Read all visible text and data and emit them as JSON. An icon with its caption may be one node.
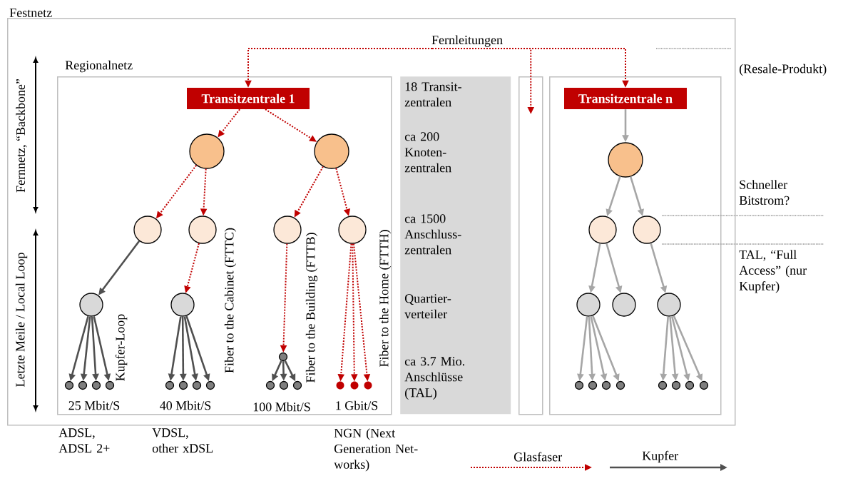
{
  "diagram": {
    "nodes": [
      {
        "text": [
          "Festnetz"
        ]
      },
      {
        "text": [
          "Regionalnetz"
        ],
        "in": 0
      },
      {
        "text": [
          "Transitzentrale 1"
        ],
        "in": 1
      },
      {
        "text": [],
        "shape": "circle",
        "in": 1
      },
      {
        "text": [],
        "shape": "circle",
        "in": 1
      },
      {
        "text": [],
        "shape": "circle",
        "in": 1
      },
      {
        "text": [],
        "shape": "circle",
        "in": 1
      },
      {
        "text": [],
        "shape": "circle",
        "in": 1
      },
      {
        "text": [],
        "shape": "circle",
        "in": 1
      },
      {
        "text": [],
        "shape": "circle",
        "in": 1
      },
      {
        "text": [],
        "shape": "circle",
        "in": 1
      },
      {
        "text": [],
        "shape": "circle",
        "in": 1
      },
      {
        "text": [],
        "shape": "circle",
        "in": 1
      },
      {
        "text": [],
        "shape": "circle",
        "in": 1
      },
      {
        "text": [],
        "shape": "circle",
        "in": 1
      },
      {
        "text": [],
        "shape": "circle",
        "in": 1
      },
      {
        "text": [],
        "shape": "circle",
        "in": 1
      },
      {
        "text": [],
        "shape": "circle",
        "in": 1
      },
      {
        "text": [],
        "shape": "circle",
        "in": 1
      },
      {
        "text": [],
        "shape": "circle",
        "in": 1
      },
      {
        "text": [],
        "shape": "circle",
        "in": 1
      },
      {
        "text": [],
        "shape": "circle",
        "in": 1
      },
      {
        "text": [],
        "shape": "circle",
        "in": 1
      },
      {
        "text": [],
        "shape": "circle",
        "in": 1
      },
      {
        "text": [],
        "shape": "circle",
        "in": 1
      },
      {
        "text": [],
        "shape": "circle",
        "in": 1
      },
      {
        "text": [
          "18 Transit-zentralen",
          "ca 200 Knoten-zentralen",
          "ca 1500 Anschluss-zentralen",
          "Quartier-verteiler",
          "ca 3.7 Mio. Anschlüsse (TAL)"
        ],
        "in": 0
      },
      {
        "text": [],
        "shape": "box",
        "in": 0
      },
      {
        "text": [],
        "shape": "box",
        "in": 0
      },
      {
        "text": [
          "Transitzentrale n"
        ],
        "in": 28
      },
      {
        "text": [],
        "shape": "circle",
        "in": 28
      },
      {
        "text": [],
        "shape": "circle",
        "in": 28
      },
      {
        "text": [],
        "shape": "circle",
        "in": 28
      },
      {
        "text": [],
        "shape": "circle",
        "in": 28
      },
      {
        "text": [],
        "shape": "circle",
        "in": 28
      },
      {
        "text": [],
        "shape": "circle",
        "in": 28
      },
      {
        "text": [],
        "shape": "circle",
        "in": 28
      },
      {
        "text": [],
        "shape": "circle",
        "in": 28
      },
      {
        "text": [],
        "shape": "circle",
        "in": 28
      },
      {
        "text": [],
        "shape": "circle",
        "in": 28
      },
      {
        "text": [],
        "shape": "circle",
        "in": 28
      },
      {
        "text": [],
        "shape": "circle",
        "in": 28
      },
      {
        "text": [],
        "shape": "circle",
        "in": 28
      },
      {
        "text": [],
        "shape": "circle",
        "in": 28
      }
    ],
    "edges": [
      {
        "from": null,
        "to": 2,
        "arrow": "to",
        "style": "dashed",
        "color": "#c00000"
      },
      {
        "from": null,
        "to": 27,
        "arrow": "to",
        "style": "dashed",
        "color": "#c00000",
        "label": "Fernleitungen"
      },
      {
        "from": null,
        "to": 29,
        "arrow": "to",
        "style": "dashed",
        "color": "#c00000"
      },
      {
        "from": 2,
        "to": 3,
        "arrow": "to",
        "style": "dashed",
        "color": "#c00000"
      },
      {
        "from": 2,
        "to": 4,
        "arrow": "to",
        "style": "dashed",
        "color": "#c00000"
      },
      {
        "from": 3,
        "to": 5,
        "arrow": "to",
        "style": "dashed",
        "color": "#c00000"
      },
      {
        "from": 3,
        "to": 6,
        "arrow": "to",
        "style": "dashed",
        "color": "#c00000"
      },
      {
        "from": 4,
        "to": 7,
        "arrow": "to",
        "style": "dashed",
        "color": "#c00000"
      },
      {
        "from": 4,
        "to": 8,
        "arrow": "to",
        "style": "dashed",
        "color": "#c00000"
      },
      {
        "from": 5,
        "to": 9,
        "arrow": "to",
        "color": "#505050"
      },
      {
        "from": 6,
        "to": 10,
        "arrow": "to",
        "style": "dashed",
        "color": "#c00000"
      },
      {
        "from": 7,
        "to": 11,
        "arrow": "to",
        "style": "dashed",
        "color": "#c00000"
      },
      {
        "from": 8,
        "to": 23,
        "arrow": "to",
        "style": "dashed",
        "color": "#c00000"
      },
      {
        "from": 8,
        "to": 24,
        "arrow": "to",
        "style": "dashed",
        "color": "#c00000"
      },
      {
        "from": 8,
        "to": 25,
        "arrow": "to",
        "style": "dashed",
        "color": "#c00000"
      },
      {
        "from": 9,
        "to": 12,
        "arrow": "to",
        "color": "#505050"
      },
      {
        "from": 9,
        "to": 13,
        "arrow": "to",
        "color": "#505050"
      },
      {
        "from": 9,
        "to": 14,
        "arrow": "to",
        "color": "#505050"
      },
      {
        "from": 9,
        "to": 15,
        "arrow": "to",
        "color": "#505050"
      },
      {
        "from": 10,
        "to": 16,
        "arrow": "to",
        "color": "#505050"
      },
      {
        "from": 10,
        "to": 17,
        "arrow": "to",
        "color": "#505050"
      },
      {
        "from": 10,
        "to": 18,
        "arrow": "to",
        "color": "#505050"
      },
      {
        "from": 10,
        "to": 19,
        "arrow": "to",
        "color": "#505050"
      },
      {
        "from": 11,
        "to": 20,
        "arrow": "to",
        "color": "#505050"
      },
      {
        "from": 11,
        "to": 21,
        "arrow": "to",
        "color": "#505050"
      },
      {
        "from": 11,
        "to": 22,
        "arrow": "to",
        "color": "#505050"
      },
      {
        "from": 29,
        "to": 30,
        "arrow": "to",
        "color": "#a6a6a6"
      },
      {
        "from": 30,
        "to": 31,
        "arrow": "to",
        "color": "#a6a6a6"
      },
      {
        "from": 30,
        "to": 32,
        "arrow": "to",
        "color": "#a6a6a6"
      },
      {
        "from": 31,
        "to": 33,
        "arrow": "to",
        "color": "#a6a6a6"
      },
      {
        "from": 31,
        "to": 34,
        "arrow": "to",
        "color": "#a6a6a6"
      },
      {
        "from": 32,
        "to": 35,
        "arrow": "to",
        "color": "#a6a6a6"
      },
      {
        "from": 33,
        "to": 36,
        "arrow": "to",
        "color": "#a6a6a6"
      },
      {
        "from": 33,
        "to": 37,
        "arrow": "to",
        "color": "#a6a6a6"
      },
      {
        "from": 33,
        "to": 38,
        "arrow": "to",
        "color": "#a6a6a6"
      },
      {
        "from": 33,
        "to": 39,
        "arrow": "to",
        "color": "#a6a6a6"
      },
      {
        "from": 35,
        "to": 40,
        "arrow": "to",
        "color": "#a6a6a6"
      },
      {
        "from": 35,
        "to": 41,
        "arrow": "to",
        "color": "#a6a6a6"
      },
      {
        "from": 35,
        "to": 42,
        "arrow": "to",
        "color": "#a6a6a6"
      },
      {
        "from": 35,
        "to": 43,
        "arrow": "to",
        "color": "#a6a6a6"
      }
    ],
    "labels": [
      "Fernnetz, “Backbone”",
      "Letzte Meile / Local Loop",
      "Kupfer-Loop",
      "Fiber to the Cabinet (FTTC)",
      "Fiber to the Building (FTTB)",
      "Fiber to the Home (FTTH)",
      "25 Mbit/S",
      "40 Mbit/S",
      "100 Mbit/S",
      "1 Gbit/S",
      "(Resale-Produkt)",
      "Schneller Bitstrom?",
      "TAL, “Full Access” (nur Kupfer)",
      "ADSL, ADSL 2+",
      "VDSL, other xDSL",
      "NGN (Next Generation Net-works)"
    ],
    "legend": [
      {
        "text": "Glasfaser"
      },
      {
        "text": "Kupfer"
      }
    ]
  }
}
